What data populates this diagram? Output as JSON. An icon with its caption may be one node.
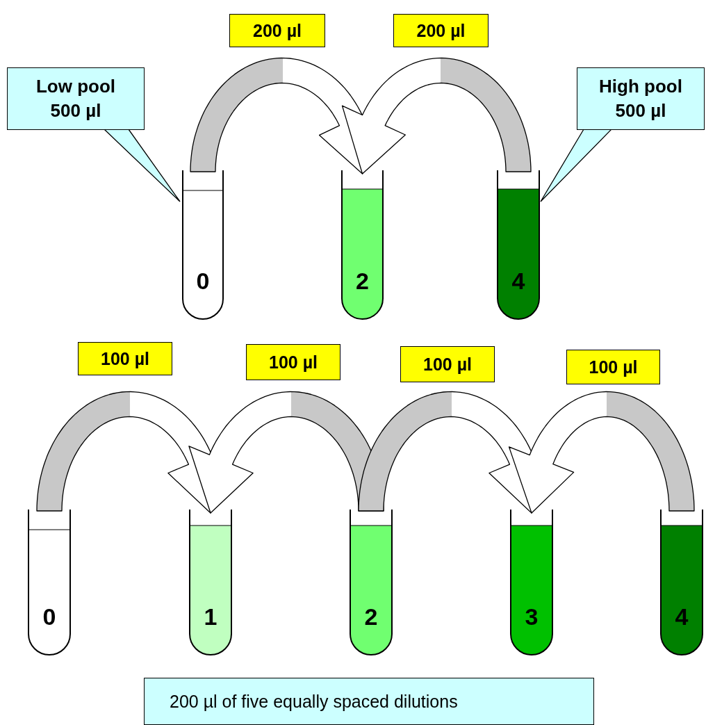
{
  "diagram": {
    "nodes": [
      {
        "text": [
          "Low pool 500 µl"
        ]
      },
      {
        "text": [
          "High pool 500 µl"
        ]
      },
      {
        "text": [
          "0"
        ]
      },
      {
        "text": [
          "2"
        ]
      },
      {
        "text": [
          "4"
        ]
      },
      {
        "text": [
          "0"
        ]
      },
      {
        "text": [
          "1"
        ]
      },
      {
        "text": [
          "2"
        ]
      },
      {
        "text": [
          "3"
        ]
      },
      {
        "text": [
          "4"
        ]
      },
      {
        "text": [
          "200 µl of five equally spaced dilutions"
        ]
      }
    ],
    "edges": [
      {
        "from": 2,
        "to": 3,
        "arrow": "to",
        "label": "200 µl"
      },
      {
        "from": 4,
        "to": 3,
        "arrow": "to",
        "label": "200 µl"
      },
      {
        "from": 0,
        "to": 2,
        "arrow": "none"
      },
      {
        "from": 1,
        "to": 4,
        "arrow": "none"
      },
      {
        "from": 5,
        "to": 6,
        "arrow": "to",
        "label": "100 µl"
      },
      {
        "from": 7,
        "to": 6,
        "arrow": "to",
        "label": "100 µl"
      },
      {
        "from": 7,
        "to": 8,
        "arrow": "to",
        "label": "100 µl"
      },
      {
        "from": 9,
        "to": 8,
        "arrow": "to",
        "label": "100 µl"
      }
    ]
  }
}
